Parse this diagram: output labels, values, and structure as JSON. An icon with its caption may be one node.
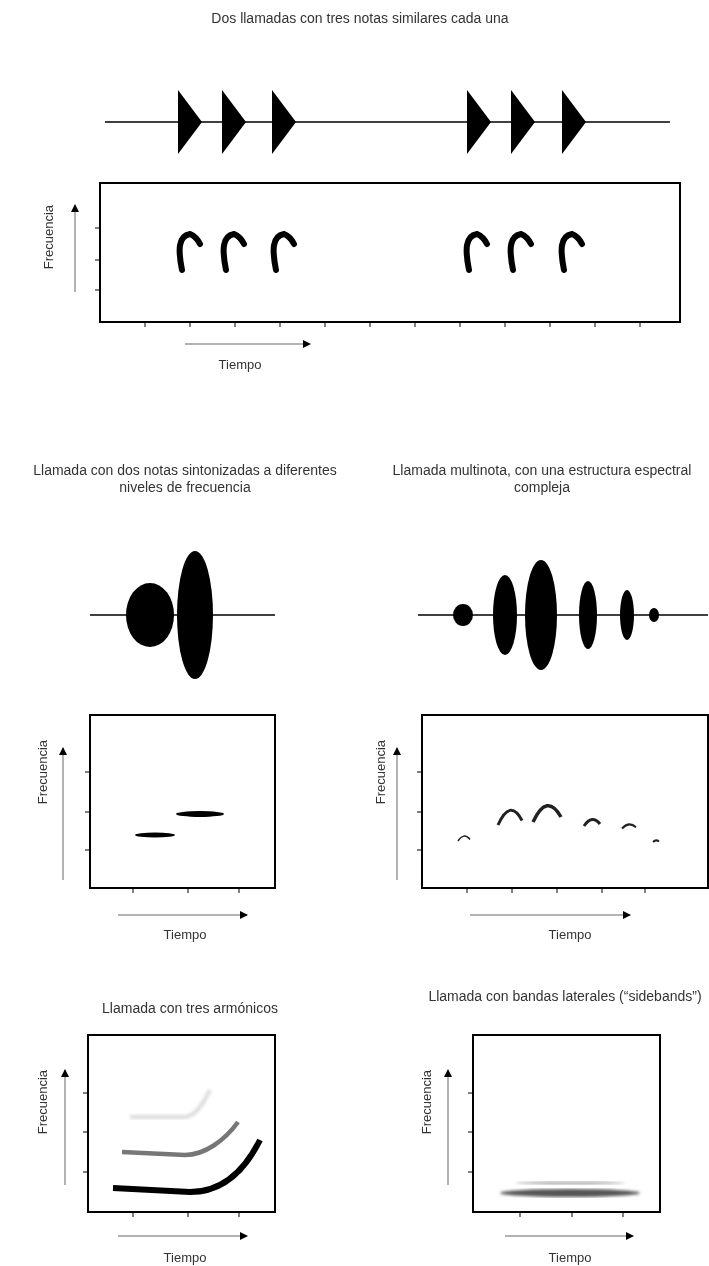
{
  "diagram": {
    "labels": [
      "Dos llamadas con tres notas similares cada una",
      "Frecuencia",
      "Tiempo",
      "Llamada con dos notas sintonizadas a diferentes niveles de frecuencia",
      "Llamada multinota, con una estructura espectral compleja",
      "Frecuencia",
      "Tiempo",
      "Frecuencia",
      "Tiempo",
      "Llamada con tres armónicos",
      "Llamada con bandas laterales (“sidebands”)",
      "Frecuencia",
      "Tiempo",
      "Frecuencia",
      "Tiempo"
    ]
  }
}
